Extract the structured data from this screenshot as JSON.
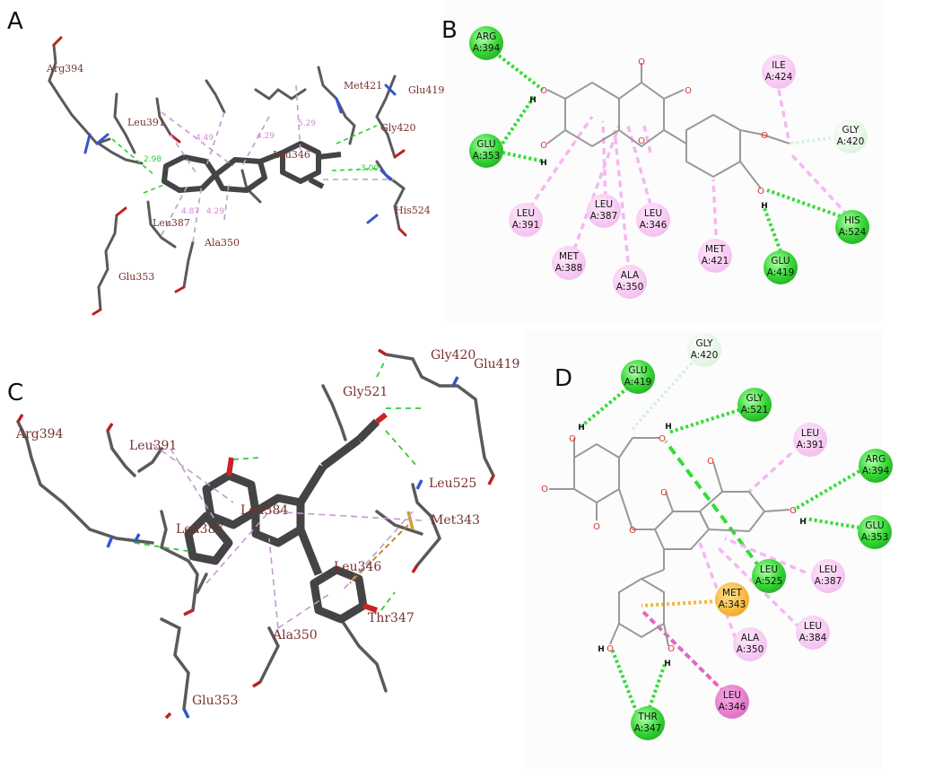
{
  "panels": {
    "A": {
      "label": "A",
      "residues": [
        "Arg394",
        "Leu391",
        "Met421",
        "Glu419",
        "Gly420",
        "Leu346",
        "His524",
        "Leu387",
        "Ala350",
        "Glu353"
      ],
      "distances_green": [
        "2.98",
        "3.00"
      ],
      "distances_pink": [
        "4.49",
        "5.29",
        "4.29",
        "4.87",
        "4.29"
      ]
    },
    "B": {
      "label": "B",
      "nodes": [
        {
          "name": "ARG",
          "id": "A:394",
          "kind": "hbond"
        },
        {
          "name": "GLU",
          "id": "A:353",
          "kind": "hbond"
        },
        {
          "name": "LEU",
          "id": "A:391",
          "kind": "alkyl"
        },
        {
          "name": "LEU",
          "id": "A:387",
          "kind": "alkyl"
        },
        {
          "name": "LEU",
          "id": "A:346",
          "kind": "alkyl"
        },
        {
          "name": "MET",
          "id": "A:388",
          "kind": "alkyl"
        },
        {
          "name": "ALA",
          "id": "A:350",
          "kind": "alkyl"
        },
        {
          "name": "MET",
          "id": "A:421",
          "kind": "alkyl"
        },
        {
          "name": "ILE",
          "id": "A:424",
          "kind": "alkyl"
        },
        {
          "name": "GLY",
          "id": "A:420",
          "kind": "ch"
        },
        {
          "name": "HIS",
          "id": "A:524",
          "kind": "hbond"
        },
        {
          "name": "GLU",
          "id": "A:419",
          "kind": "hbond"
        }
      ],
      "atoms": {
        "O": "O",
        "H": "H"
      }
    },
    "C": {
      "label": "C",
      "residues": [
        "Arg394",
        "Leu391",
        "Gly420",
        "Glu419",
        "Gly521",
        "Leu525",
        "Met343",
        "Leu387",
        "Leu384",
        "Leu346",
        "Thr347",
        "Ala350",
        "Glu353"
      ]
    },
    "D": {
      "label": "D",
      "nodes": [
        {
          "name": "GLU",
          "id": "A:419",
          "kind": "hbond"
        },
        {
          "name": "GLY",
          "id": "A:420",
          "kind": "ch"
        },
        {
          "name": "GLY",
          "id": "A:521",
          "kind": "hbond"
        },
        {
          "name": "LEU",
          "id": "A:391",
          "kind": "alkyl"
        },
        {
          "name": "ARG",
          "id": "A:394",
          "kind": "hbond"
        },
        {
          "name": "GLU",
          "id": "A:353",
          "kind": "hbond"
        },
        {
          "name": "LEU",
          "id": "A:525",
          "kind": "hbond"
        },
        {
          "name": "LEU",
          "id": "A:387",
          "kind": "alkyl"
        },
        {
          "name": "MET",
          "id": "A:343",
          "kind": "sulfur"
        },
        {
          "name": "LEU",
          "id": "A:384",
          "kind": "alkyl"
        },
        {
          "name": "ALA",
          "id": "A:350",
          "kind": "alkyl"
        },
        {
          "name": "LEU",
          "id": "A:346",
          "kind": "pisigma"
        },
        {
          "name": "THR",
          "id": "A:347",
          "kind": "hbond"
        }
      ]
    }
  },
  "colors": {
    "hbond": "#33dd33",
    "ch": "#e6f7e6",
    "alkyl": "#f6c8f2",
    "sulfur": "#f7b733",
    "pisigma": "#e07ac8",
    "stick": "#555555",
    "molecule": "#aaaaaa"
  }
}
